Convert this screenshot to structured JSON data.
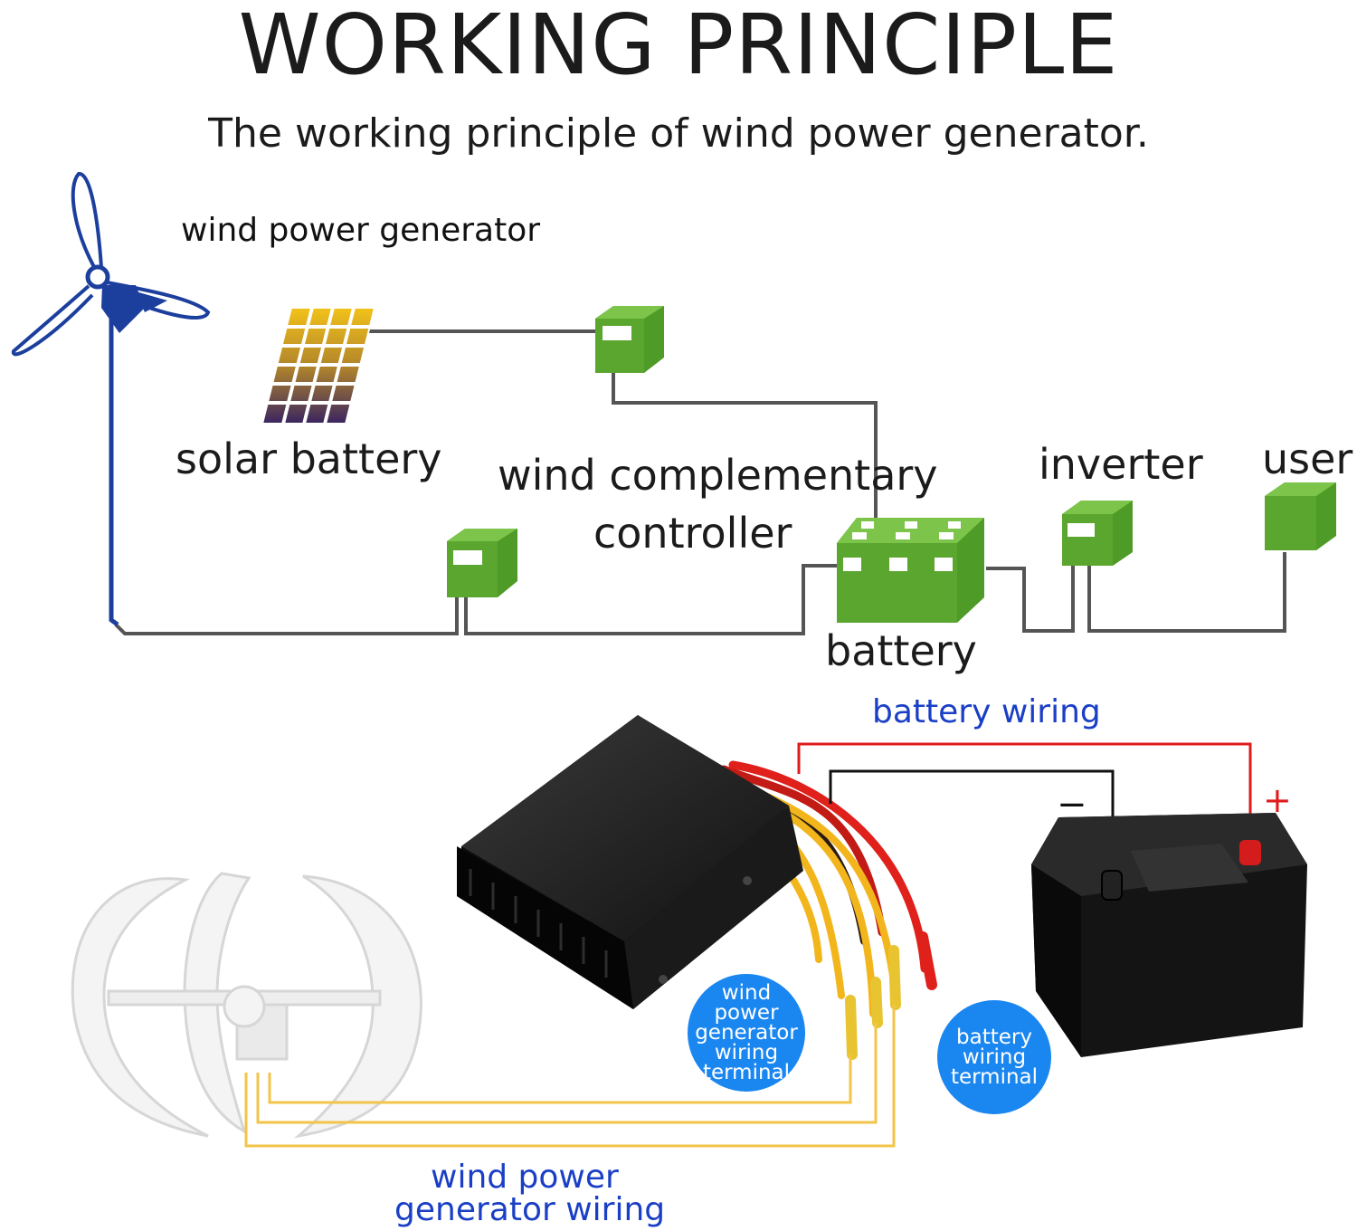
{
  "header": {
    "title": "WORKING PRINCIPLE",
    "subtitle": "The working principle of wind power generator."
  },
  "diagram": {
    "labels": {
      "wind_power_generator": "wind power generator",
      "solar_battery": "solar battery",
      "wind_complementary_line1": "wind complementary",
      "wind_complementary_line2": "controller",
      "inverter": "inverter",
      "user": "user",
      "battery": "battery"
    },
    "colors": {
      "box_green": "#5aa62e",
      "tower_blue": "#1c3f9e",
      "wire_gray": "#555555"
    }
  },
  "wiring": {
    "battery_wiring": "battery wiring",
    "minus": "−",
    "plus": "+",
    "wind_terminal_line1": "wind",
    "wind_terminal_line2": "power",
    "wind_terminal_line3": "generator",
    "wind_terminal_line4": "wiring",
    "wind_terminal_line5": "terminal",
    "battery_terminal_line1": "battery",
    "battery_terminal_line2": "wiring",
    "battery_terminal_line3": "terminal",
    "wind_wiring_line1": "wind power",
    "wind_wiring_line2": "generator wiring",
    "colors": {
      "label_blue": "#1a3fc6",
      "badge_blue": "#1a86f0",
      "wire_red": "#e01b1b",
      "wire_yellow": "#f2b61c"
    }
  }
}
